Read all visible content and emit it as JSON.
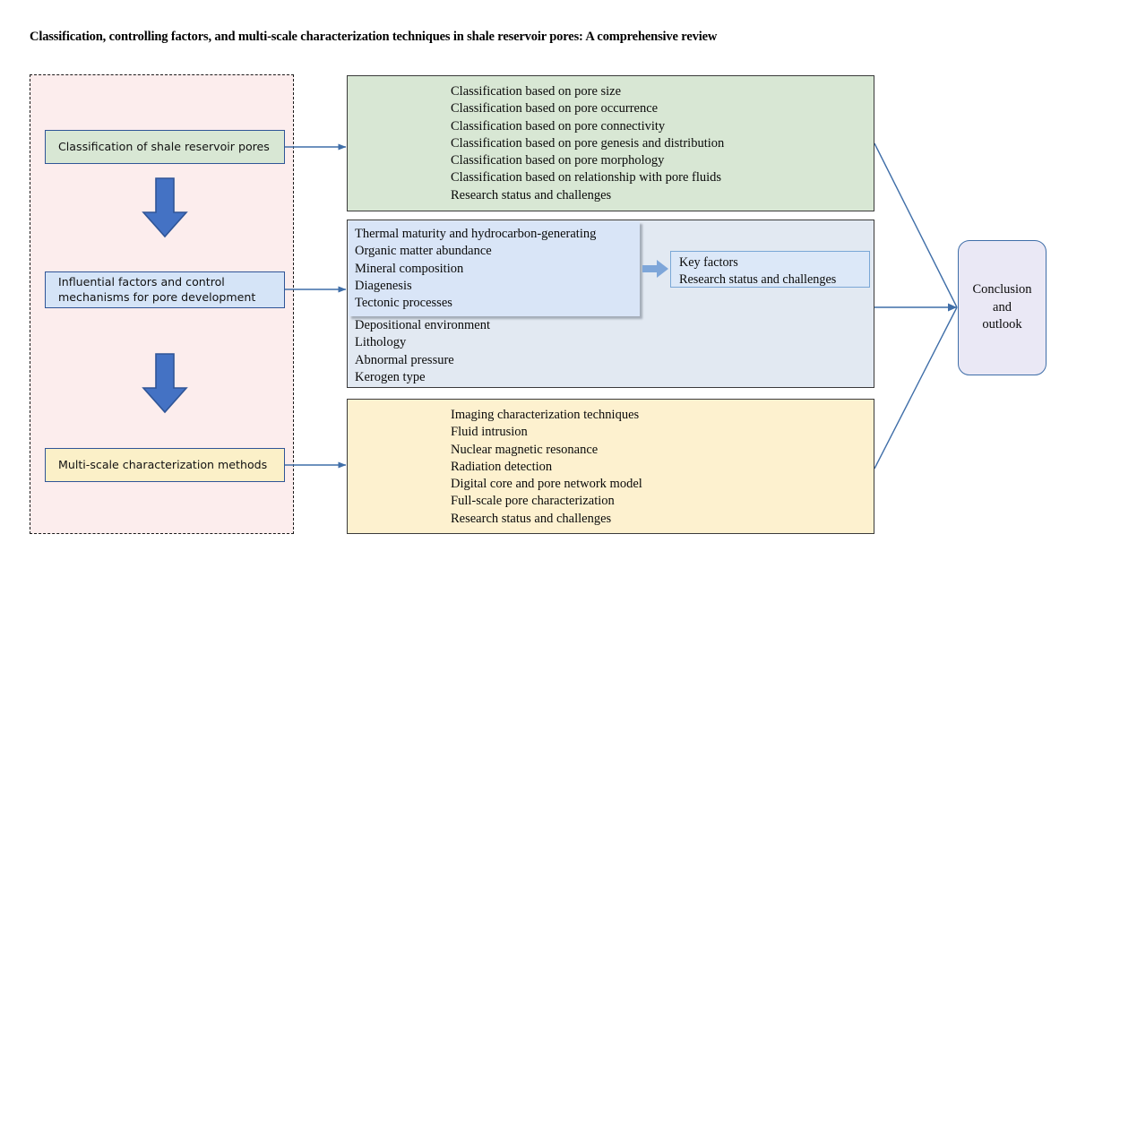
{
  "title": "Classification, controlling factors, and multi-scale characterization techniques in shale reservoir pores: A comprehensive review",
  "colors": {
    "green_fill": "#d8e7d4",
    "blue_fill": "#e2e9f2",
    "yellow_fill": "#fdf1cf",
    "pink_region_fill": "#fceded",
    "subbox_fill": "#d9e5f7",
    "conclusion_fill": "#eae8f5",
    "arrow_blue": "#4472c4",
    "connector_line": "#3f6ea8"
  },
  "flow": {
    "stages": [
      {
        "id": "classification",
        "label": "Classification of shale reservoir pores",
        "color": "green"
      },
      {
        "id": "factors",
        "label": "Influential factors and control mechanisms for pore development",
        "color": "blue"
      },
      {
        "id": "methods",
        "label": "Multi-scale characterization methods",
        "color": "yellow"
      }
    ],
    "down_arrows": [
      "down-arrow-1",
      "down-arrow-2"
    ]
  },
  "panels": {
    "classification": {
      "color": "green",
      "items": [
        "Classification based on pore size",
        "Classification based on pore occurrence",
        "Classification based on pore connectivity",
        "Classification based on pore genesis and distribution",
        "Classification based on pore morphology",
        "Classification based on relationship with pore fluids",
        "Research status and challenges"
      ]
    },
    "factors": {
      "color": "blue",
      "highlighted_items": [
        "Thermal maturity and hydrocarbon-generating",
        "Organic matter abundance",
        "Mineral composition",
        "Diagenesis",
        "Tectonic processes"
      ],
      "other_items": [
        "Depositional environment",
        "Lithology",
        "Abnormal pressure",
        "Kerogen type"
      ],
      "callout": {
        "items": [
          "Key factors",
          "Research status and challenges"
        ]
      }
    },
    "methods": {
      "color": "yellow",
      "items": [
        "Imaging characterization techniques",
        "Fluid intrusion",
        "Nuclear magnetic resonance",
        "Radiation detection",
        "Digital core and pore network model",
        "Full-scale pore characterization",
        "Research status and challenges"
      ]
    }
  },
  "conclusion": {
    "line1": "Conclusion",
    "line2": "and",
    "line3": "outlook"
  }
}
